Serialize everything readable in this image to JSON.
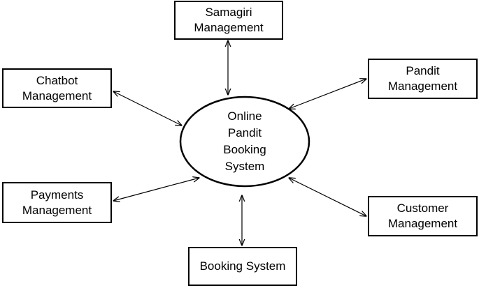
{
  "center": {
    "lines": [
      "Online",
      "Pandit",
      "Booking",
      "System"
    ]
  },
  "modules": {
    "samagiri": {
      "lines": [
        "Samagiri",
        "Management"
      ]
    },
    "chatbot": {
      "lines": [
        "Chatbot",
        "Management"
      ]
    },
    "pandit": {
      "lines": [
        "Pandit",
        "Management"
      ]
    },
    "payments": {
      "lines": [
        "Payments",
        "Management"
      ]
    },
    "customer": {
      "lines": [
        "Customer",
        "Management"
      ]
    },
    "booking": {
      "lines": [
        "Booking System"
      ]
    }
  }
}
